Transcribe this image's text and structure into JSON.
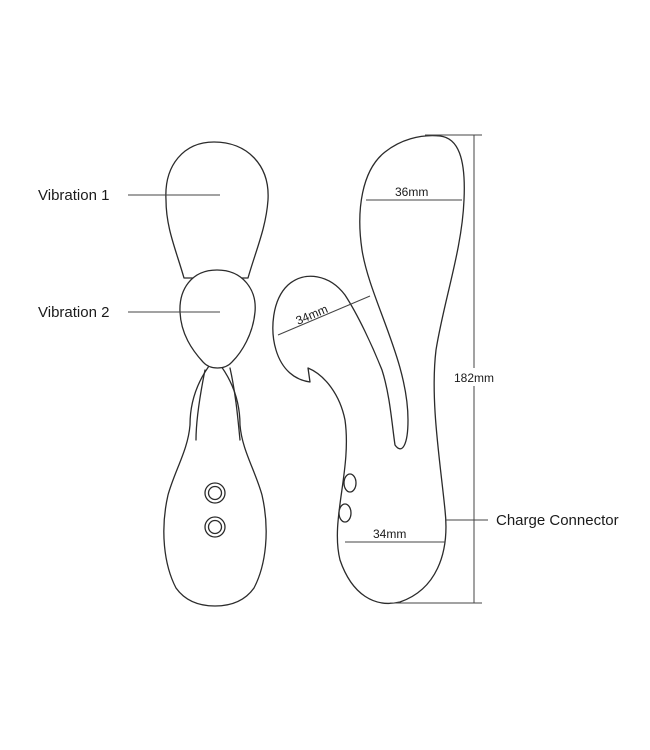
{
  "labels": {
    "vibration_1": "Vibration 1",
    "vibration_2": "Vibration 2",
    "charge_connector": "Charge Connector"
  },
  "dimensions": {
    "upper_width": "36mm",
    "head_width": "34mm",
    "base_width": "34mm",
    "total_length": "182mm"
  },
  "colors": {
    "outline": "#2b2b2b",
    "background": "#ffffff"
  }
}
